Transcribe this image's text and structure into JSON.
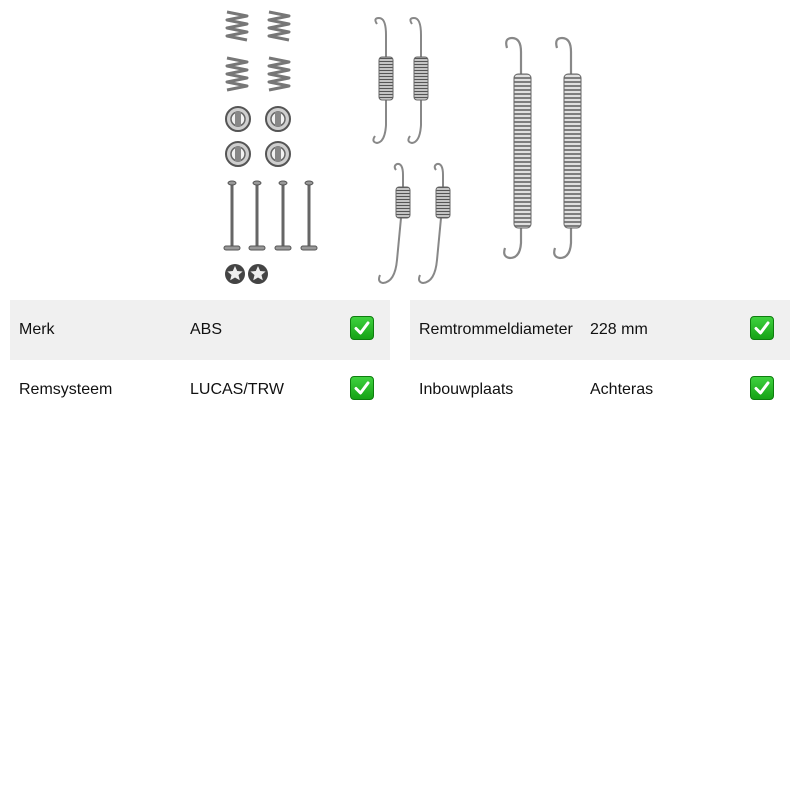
{
  "image": {
    "icon": "brake-shoe-spring-kit-icon"
  },
  "specs": {
    "left": [
      {
        "label": "Merk",
        "value": "ABS",
        "check_icon": "check-box-icon"
      },
      {
        "label": "Remsysteem",
        "value": "LUCAS/TRW",
        "check_icon": "check-box-icon"
      }
    ],
    "right": [
      {
        "label": "Remtrommeldiameter",
        "value": "228 mm",
        "check_icon": "check-box-icon"
      },
      {
        "label": "Inbouwplaats",
        "value": "Achteras",
        "check_icon": "check-box-icon"
      }
    ]
  },
  "colors": {
    "row_shade": "#f0f0f0",
    "check_green": "#22b022",
    "metal": "#8a8a8a"
  }
}
